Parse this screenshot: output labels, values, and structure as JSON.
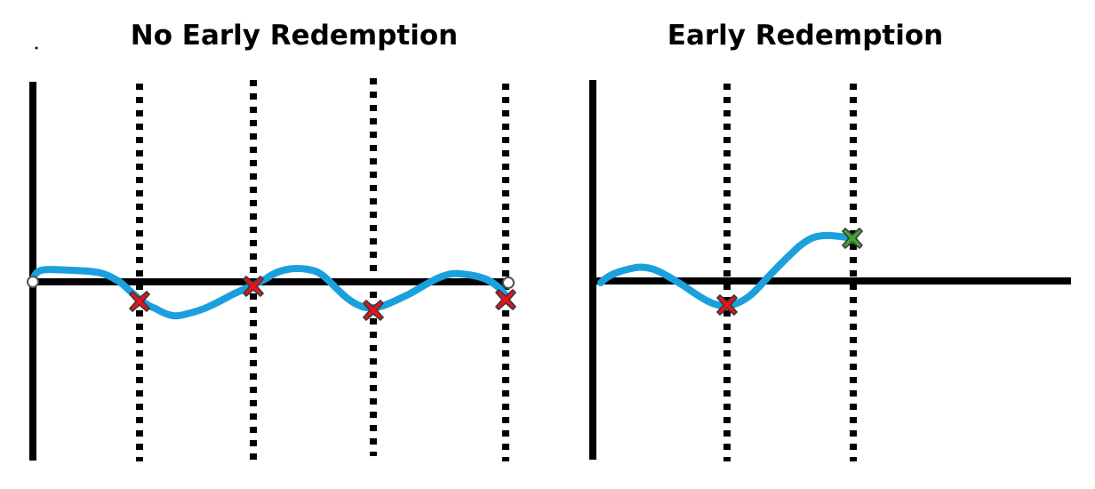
{
  "titles": {
    "left": "No Early Redemption",
    "right": "Early Redemption"
  },
  "colors": {
    "axis": "#000000",
    "path": "#1aa0dc",
    "miss_marker": "#e8121a",
    "redeem_marker": "#3fa535",
    "marker_outline": "#3a3a3a",
    "endpoint": "#ffffff"
  },
  "icons": {
    "miss": "red-x-icon",
    "redeem": "green-x-icon"
  },
  "panels": [
    {
      "id": "left",
      "observation_count": 4,
      "outcomes": [
        "miss",
        "miss",
        "miss",
        "miss"
      ]
    },
    {
      "id": "right",
      "observation_count": 2,
      "outcomes": [
        "miss",
        "redeem"
      ]
    }
  ]
}
